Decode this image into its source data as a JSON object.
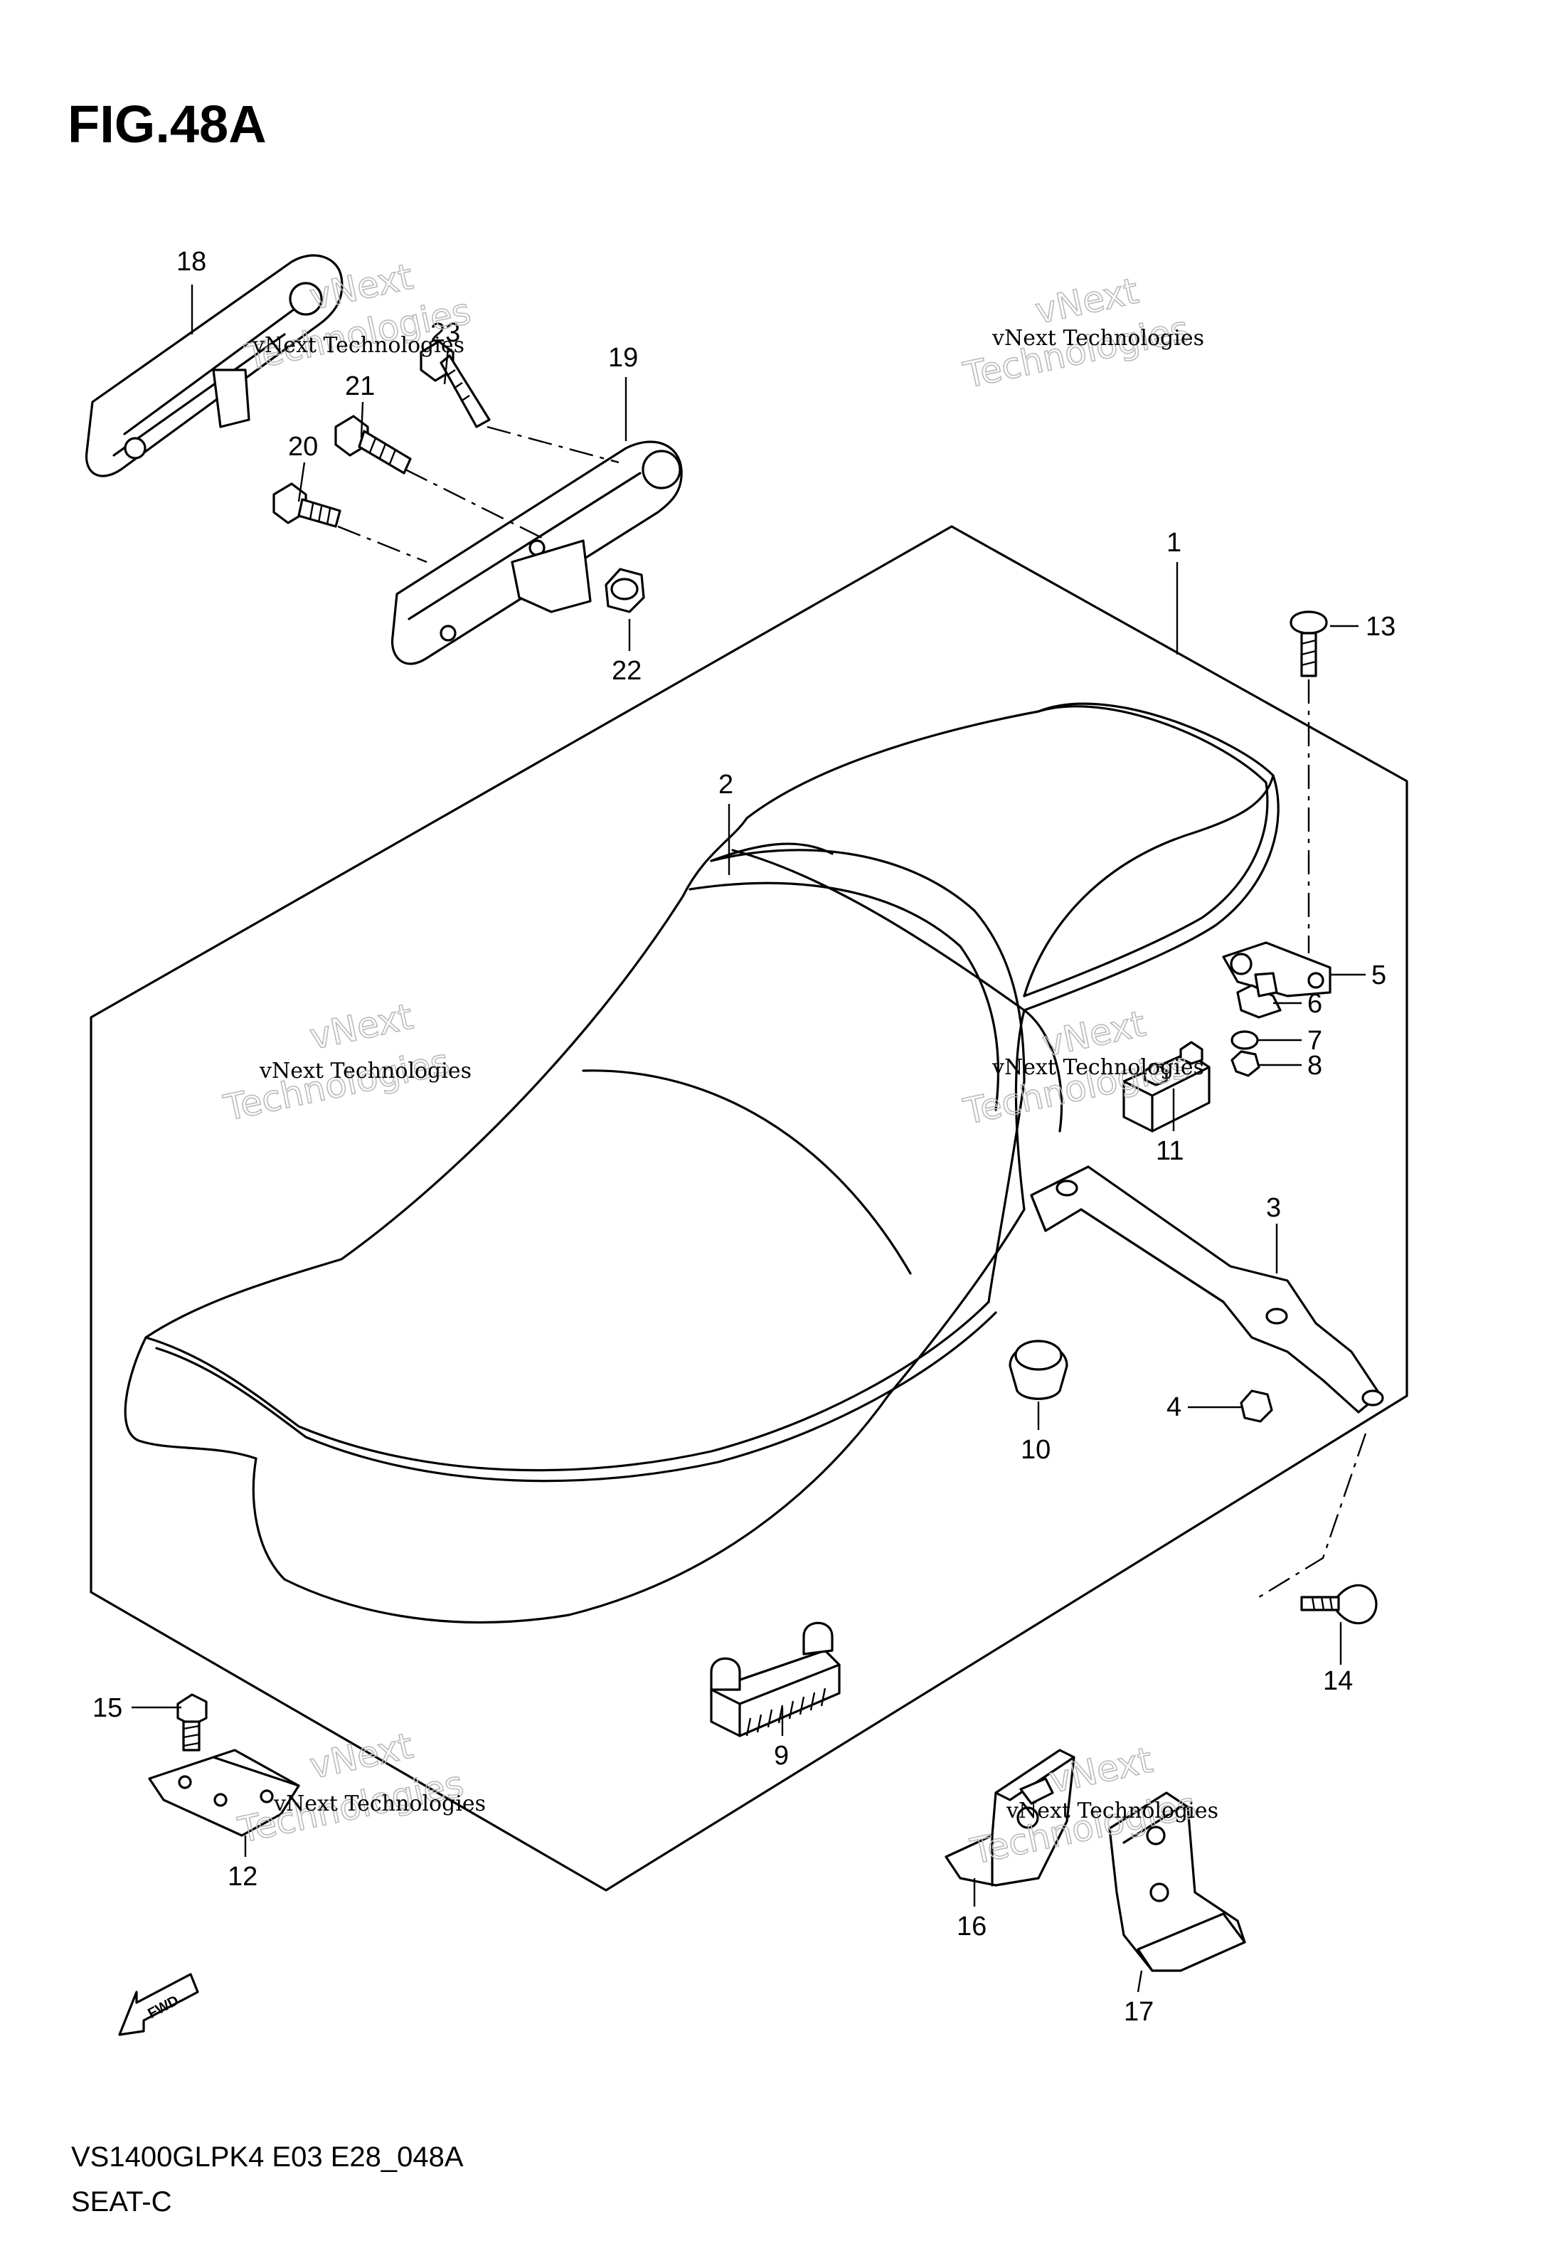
{
  "figure": {
    "title": "FIG.48A",
    "model_code": "VS1400GLPK4 E03 E28_048A",
    "section_name": "SEAT-C",
    "fwd_label": "FWD"
  },
  "watermark": {
    "line1": "vNext Technologies",
    "line2": "vNext",
    "line3": "Technologies"
  },
  "callouts": [
    "1",
    "2",
    "3",
    "4",
    "5",
    "6",
    "7",
    "8",
    "9",
    "10",
    "11",
    "12",
    "13",
    "14",
    "15",
    "16",
    "17",
    "18",
    "19",
    "20",
    "21",
    "22",
    "23"
  ]
}
